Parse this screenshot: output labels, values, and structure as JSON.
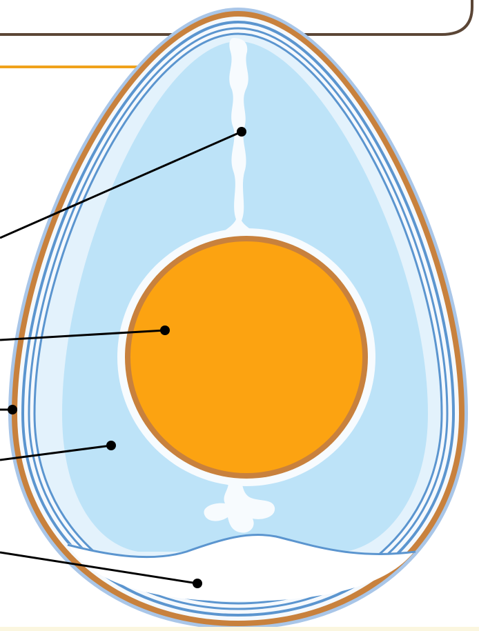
{
  "diagram": {
    "labels": [],
    "colors": {
      "frame_border": "#5b4636",
      "accent_line": "#f0a21b",
      "shell": "#c8813d",
      "shell_outer_glow": "#a9c6e8",
      "membrane_lines": "#5b95cf",
      "albumen_light": "#e3f2fc",
      "albumen": "#bde3f8",
      "chalaza": "#f7fbfe",
      "yolk": "#fca311",
      "yolk_membrane": "#c8813d",
      "air_cell": "#ffffff",
      "leader_line": "#000000"
    },
    "parts": [
      "chalaza",
      "yolk",
      "shell-membrane",
      "albumen",
      "air-cell"
    ]
  }
}
